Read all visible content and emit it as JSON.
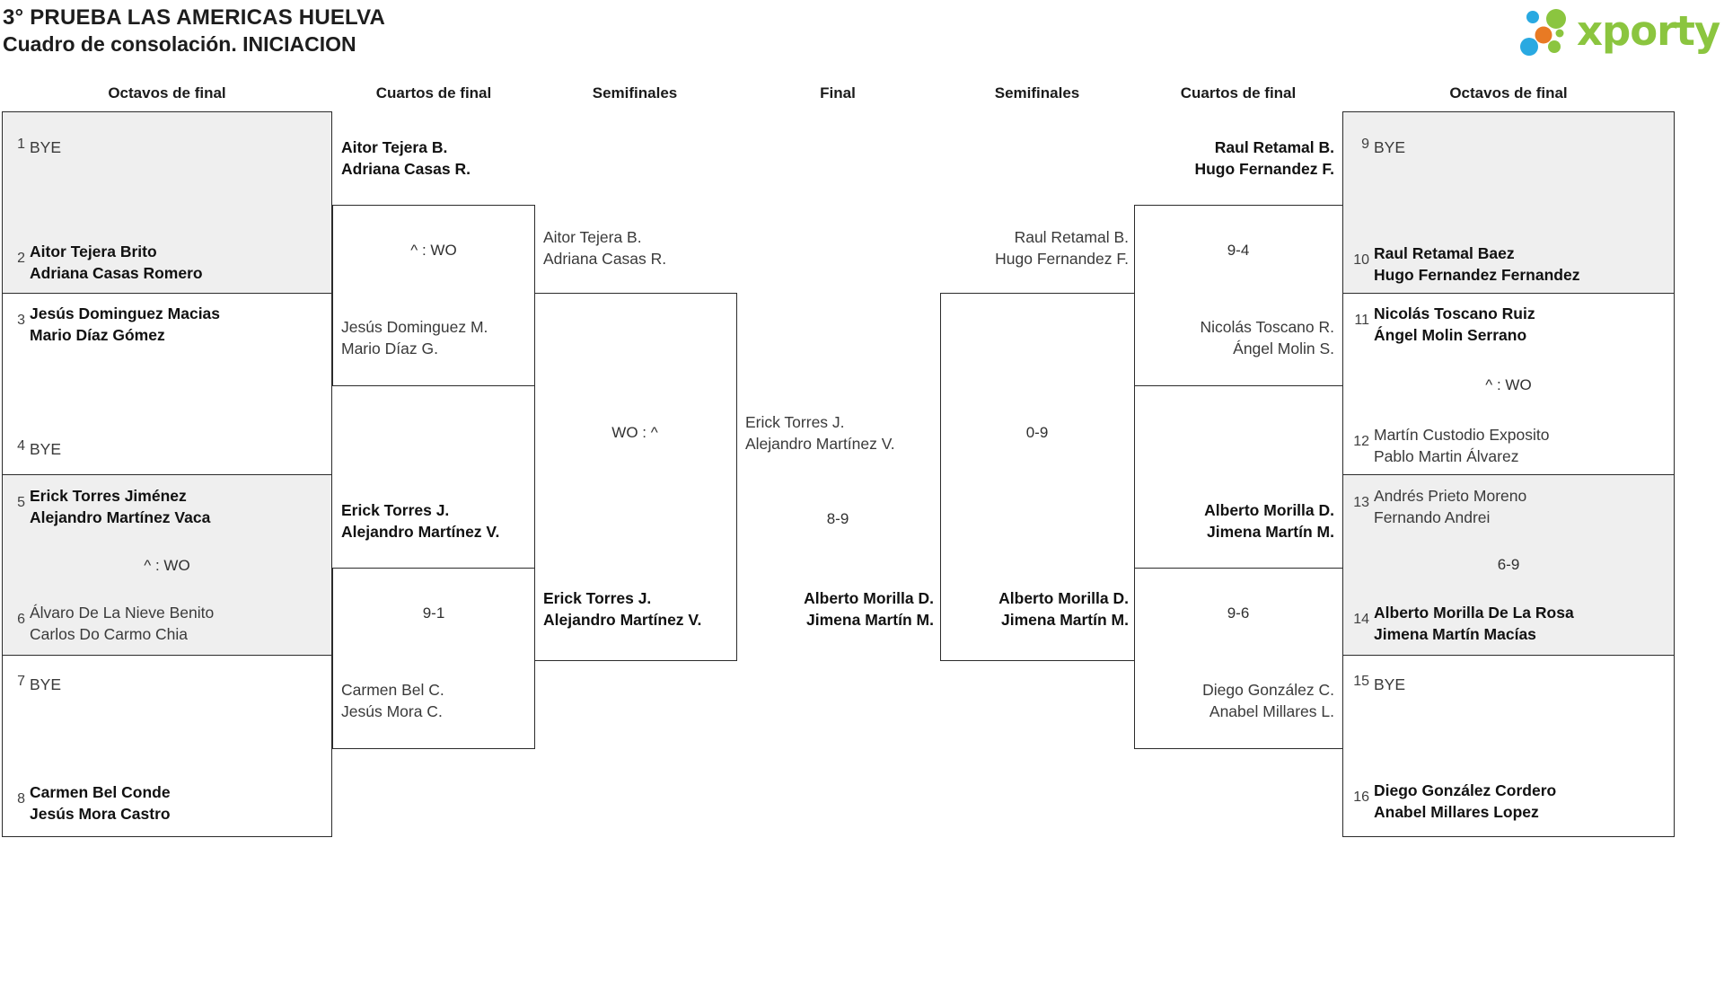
{
  "title": {
    "line1": "3° PRUEBA LAS AMERICAS HUELVA",
    "line2": "Cuadro de consolación. INICIACION"
  },
  "logo": {
    "brand": "xporty"
  },
  "colors": {
    "brand_green": "#8bc53f",
    "brand_blue": "#29a9e1",
    "brand_orange": "#e87a24",
    "box_gray": "#efefef",
    "line": "#2b2b2b"
  },
  "headers": {
    "octavos_left": "Octavos de final",
    "cuartos_left": "Cuartos de final",
    "semifinales_left": "Semifinales",
    "final": "Final",
    "semifinales_right": "Semifinales",
    "cuartos_right": "Cuartos de final",
    "octavos_right": "Octavos de final"
  },
  "seeds": {
    "s1": {
      "num": "1",
      "team": "BYE"
    },
    "s2": {
      "num": "2",
      "team": "Aitor Tejera Brito\nAdriana Casas Romero"
    },
    "s3": {
      "num": "3",
      "team": "Jesús Dominguez Macias\nMario Díaz Gómez"
    },
    "s4": {
      "num": "4",
      "team": "BYE"
    },
    "s5": {
      "num": "5",
      "team": "Erick Torres Jiménez\nAlejandro Martínez Vaca"
    },
    "s6": {
      "num": "6",
      "team": "Álvaro De La Nieve Benito\nCarlos Do Carmo Chia"
    },
    "s7": {
      "num": "7",
      "team": "BYE"
    },
    "s8": {
      "num": "8",
      "team": "Carmen Bel Conde\nJesús Mora Castro"
    },
    "s9": {
      "num": "9",
      "team": "BYE"
    },
    "s10": {
      "num": "10",
      "team": "Raul Retamal Baez\nHugo Fernandez Fernandez"
    },
    "s11": {
      "num": "11",
      "team": "Nicolás Toscano Ruiz\nÁngel Molin Serrano"
    },
    "s12": {
      "num": "12",
      "team": "Martín Custodio Exposito\nPablo Martin Álvarez"
    },
    "s13": {
      "num": "13",
      "team": "Andrés Prieto Moreno\nFernando Andrei"
    },
    "s14": {
      "num": "14",
      "team": "Alberto Morilla De La Rosa\nJimena Martín Macías"
    },
    "s15": {
      "num": "15",
      "team": "BYE"
    },
    "s16": {
      "num": "16",
      "team": "Diego González Cordero\nAnabel Millares Lopez"
    }
  },
  "octavos_notes": {
    "left_wo": "^ : WO",
    "right_wo": "^ : WO",
    "right_score": "6-9"
  },
  "cuartos": {
    "l1": {
      "winner": "Aitor Tejera B.\nAdriana Casas R.",
      "score": "^ : WO",
      "loser": "Jesús Dominguez M.\nMario Díaz G."
    },
    "l2": {
      "winner": "Erick Torres J.\nAlejandro Martínez V.",
      "score": "9-1",
      "loser": "Carmen Bel C.\nJesús Mora C."
    },
    "r1": {
      "winner": "Raul Retamal B.\nHugo Fernandez F.",
      "score": "9-4",
      "loser": "Nicolás Toscano R.\nÁngel Molin S."
    },
    "r2": {
      "winner": "Alberto Morilla D.\nJimena Martín M.",
      "score": "9-6",
      "loser": "Diego González C.\nAnabel Millares L."
    }
  },
  "semis": {
    "left": {
      "team": "Aitor Tejera B.\nAdriana Casas R.",
      "score": "WO : ^",
      "winner": "Erick Torres J.\nAlejandro Martínez V."
    },
    "right": {
      "team": "Raul Retamal B.\nHugo Fernandez F.",
      "score": "0-9",
      "winner": "Alberto Morilla D.\nJimena Martín M."
    }
  },
  "final": {
    "finalist_left": "Erick Torres J.\nAlejandro Martínez V.",
    "score": "8-9",
    "champion": "Alberto Morilla D.\nJimena Martín M."
  }
}
